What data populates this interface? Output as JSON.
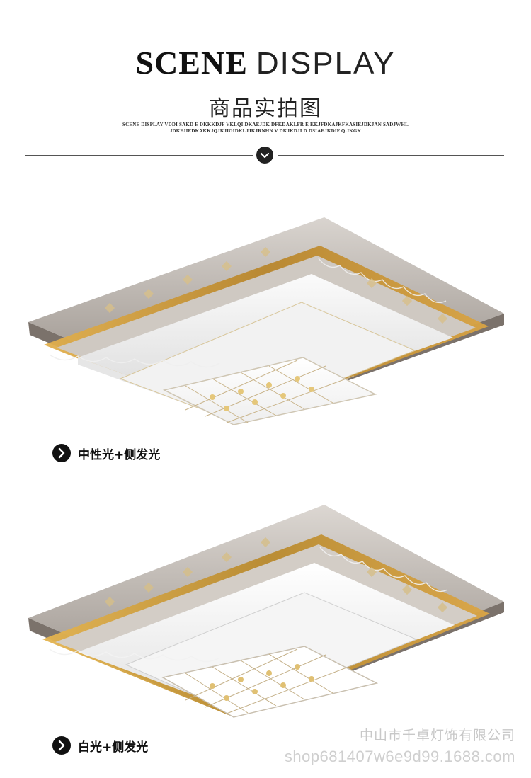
{
  "header": {
    "title_bold": "SCENE",
    "title_light": "DISPLAY",
    "subtitle": "商品实拍图",
    "tiny_line_1": "SCENE DISPLAY  VDDI SAKD  E DKKKDJF  VKLQI   DKAEJDK  DFKDAKLFR  E KKJFDKAJKFKASIEJDKJAN  SADJWHL",
    "tiny_line_2": "JDKFJIEDKAKKJQJKJIGIDKLJJKJRNHN  V DKJKDJI D  DSIAEJKDIF Q JKGK"
  },
  "divider_icon": "chevron-down-icon",
  "products": [
    {
      "caption": "中性光+侧发光",
      "icon": "chevron-right-icon",
      "accent": "#c89b3c"
    },
    {
      "caption": "白光+侧发光",
      "icon": "chevron-right-icon",
      "accent": "#c89b3c"
    }
  ],
  "watermark": {
    "company": "中山市千卓灯饰有限公司",
    "url": "shop681407w6e9d99.1688.com"
  }
}
